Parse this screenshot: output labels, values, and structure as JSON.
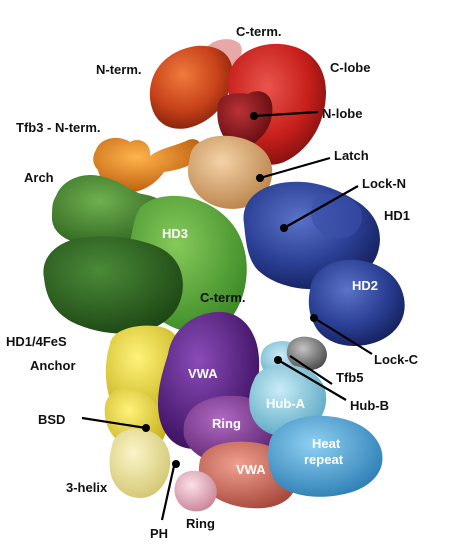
{
  "labels": {
    "c_term_top": "C-term.",
    "n_term": "N-term.",
    "c_lobe": "C-lobe",
    "n_lobe": "N-lobe",
    "tfb3_n_term": "Tfb3 - N-term.",
    "latch": "Latch",
    "arch": "Arch",
    "lock_n": "Lock-N",
    "hd1": "HD1",
    "hd3": "HD3",
    "hd2": "HD2",
    "c_term_mid": "C-term.",
    "hd1_4fes": "HD1/4FeS",
    "lock_c": "Lock-C",
    "anchor": "Anchor",
    "vwa_upper": "VWA",
    "tfb5": "Tfb5",
    "hub_a": "Hub-A",
    "hub_b": "Hub-B",
    "bsd": "BSD",
    "ring_upper": "Ring",
    "heat_repeat_line1": "Heat",
    "heat_repeat_line2": "repeat",
    "vwa_lower": "VWA",
    "three_helix": "3-helix",
    "ring_lower": "Ring",
    "ph": "PH"
  },
  "colors": {
    "c_lobe": "#c8201c",
    "n_lobe": "#8e1418",
    "n_term_domain": "#c8421a",
    "tfb3": "#e58a1e",
    "latch": "#e2b07a",
    "arch": "#3f8b2a",
    "hd3": "#58a83a",
    "dark_green": "#2f6b24",
    "lock_n": "#2a3f94",
    "hd2": "#2a3f94",
    "anchor": "#ecdc3a",
    "three_helix": "#f0e69a",
    "vwa": "#5c1f86",
    "ring": "#8a3a9a",
    "vwa_lower": "#d77264",
    "hub": "#8ccbe0",
    "heat_repeat": "#4ea6d8",
    "tfb5": "#8a8a8a",
    "ph": "#e9b6c4"
  }
}
